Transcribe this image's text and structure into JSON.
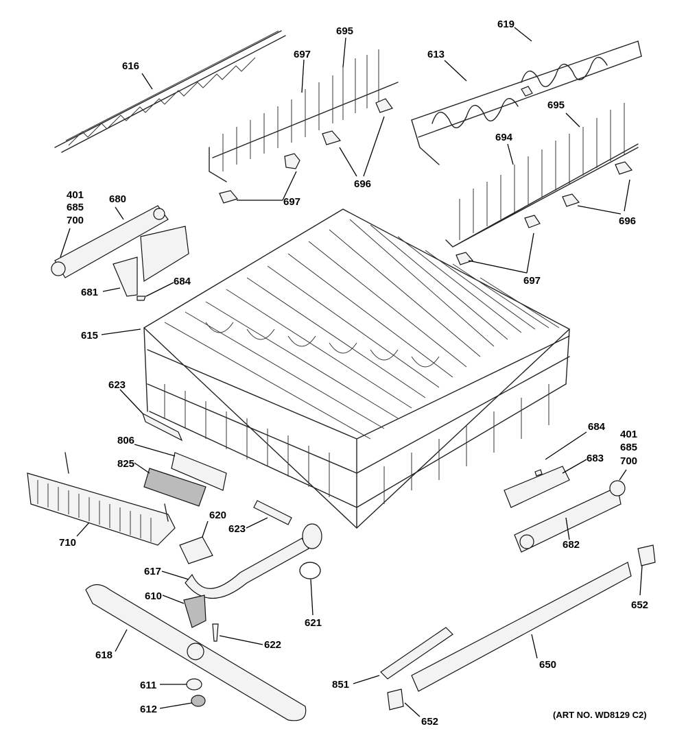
{
  "diagram": {
    "art_number": "(ART NO. WD8129 C2)"
  },
  "labels": {
    "p616": "616",
    "p697a": "697",
    "p695a": "695",
    "p619": "619",
    "p613": "613",
    "p695b": "695",
    "p694": "694",
    "p696a": "696",
    "p697b": "697",
    "p696b": "696",
    "p697c": "697",
    "p401a": "401",
    "p685a": "685",
    "p700a": "700",
    "p680": "680",
    "p681": "681",
    "p684a": "684",
    "p615": "615",
    "p623a": "623",
    "p806": "806",
    "p825": "825",
    "p710": "710",
    "p620": "620",
    "p623b": "623",
    "p617": "617",
    "p610": "610",
    "p621": "621",
    "p618": "618",
    "p622": "622",
    "p611": "611",
    "p612": "612",
    "p684b": "684",
    "p401b": "401",
    "p685b": "685",
    "p683": "683",
    "p700b": "700",
    "p682": "682",
    "p652a": "652",
    "p650": "650",
    "p851": "851",
    "p652b": "652"
  }
}
